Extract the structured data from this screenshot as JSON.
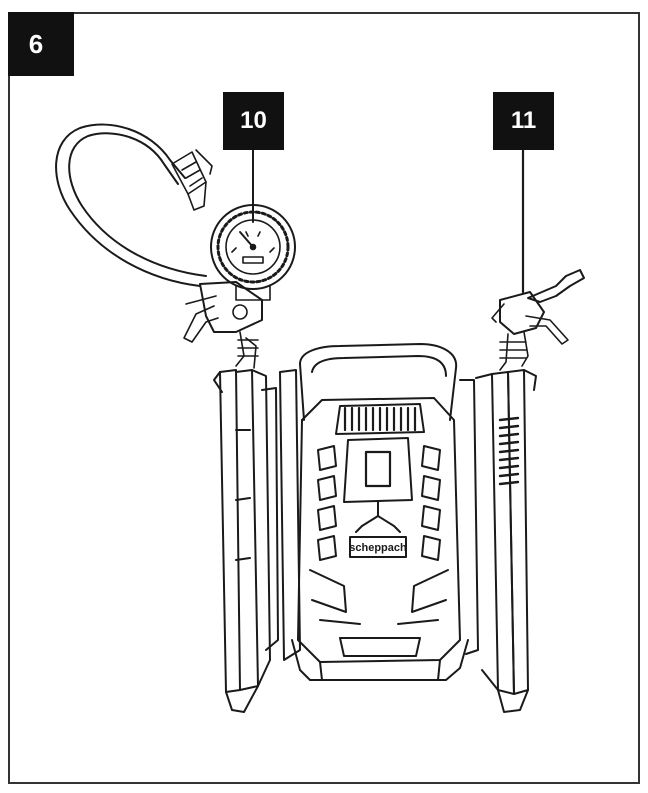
{
  "figure": {
    "number": "6",
    "callouts": [
      {
        "label": "10",
        "part": "pressure-gauge"
      },
      {
        "label": "11",
        "part": "inflation-gun"
      }
    ],
    "brand_plate": "scheppach"
  },
  "colors": {
    "ink": "#1a1a1a",
    "badge": "#111111",
    "paper": "#ffffff"
  }
}
